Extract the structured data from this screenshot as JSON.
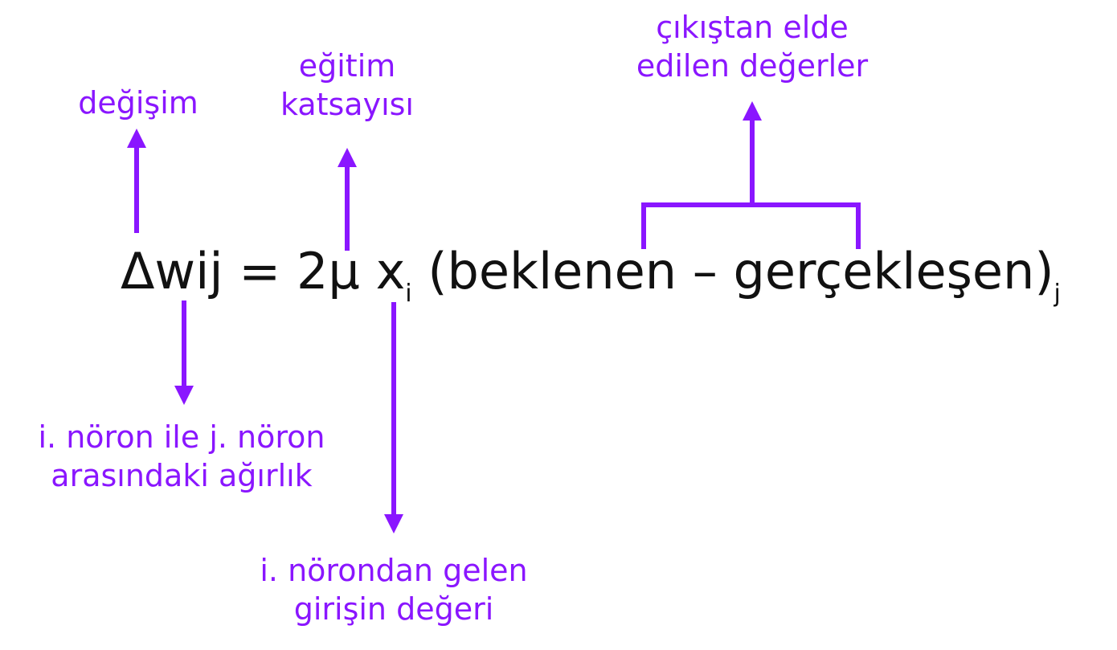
{
  "colors": {
    "accent": "#8a16ff",
    "equation": "#111111",
    "background": "#ffffff"
  },
  "equation": {
    "lhs": "Δwij",
    "equals": "=",
    "coefficient": "2μ",
    "input_symbol": "x",
    "input_subscript": "i",
    "error_term": "(beklenen – gerçekleşen)",
    "output_subscript": "j"
  },
  "labels": {
    "change": [
      "değişim"
    ],
    "learning_rate": [
      "eğitim",
      "katsayısı"
    ],
    "output_values": [
      "çıkıştan elde",
      "edilen değerler"
    ],
    "weight": [
      "i. nöron ile j. nöron",
      "arasındaki ağırlık"
    ],
    "input_value": [
      "i. nörondan gelen",
      "girişin değeri"
    ]
  }
}
